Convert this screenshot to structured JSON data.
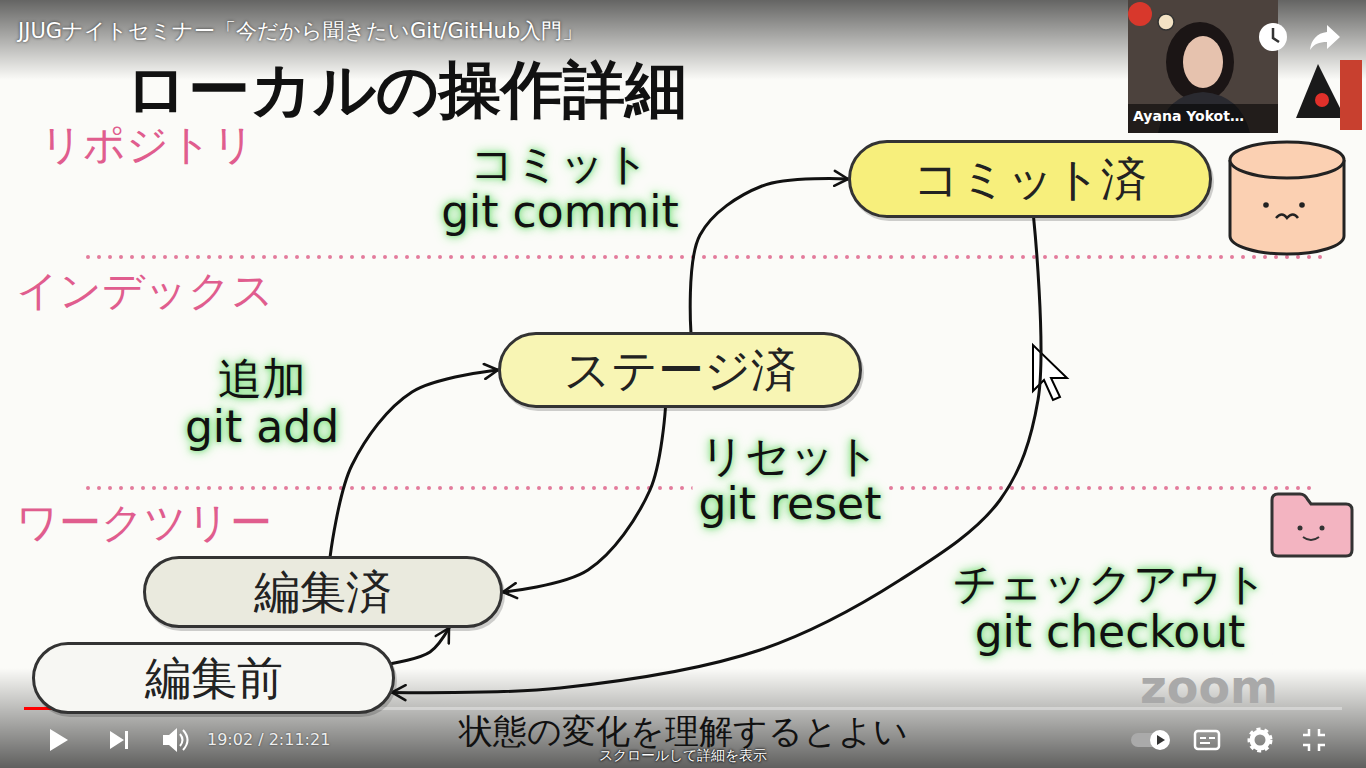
{
  "diagram": {
    "title": "ローカルの操作詳細",
    "caption": "状態の変化を理解するとよい",
    "nodes": [
      {
        "text": [
          "コミット済"
        ]
      },
      {
        "text": [
          "ステージ済"
        ]
      },
      {
        "text": [
          "編集済"
        ]
      },
      {
        "text": [
          "編集前"
        ]
      }
    ],
    "edges": [
      {
        "from": 1,
        "to": 0,
        "label": "コミット git commit",
        "arrow": "to"
      },
      {
        "from": 2,
        "to": 1,
        "label": "追加 git add",
        "arrow": "to"
      },
      {
        "from": 1,
        "to": 2,
        "label": "リセット git reset",
        "arrow": "to"
      },
      {
        "from": 0,
        "to": 3,
        "label": "チェックアウト git checkout",
        "arrow": "to"
      },
      {
        "from": 3,
        "to": 2,
        "arrow": "to"
      }
    ],
    "labels": [
      "JJUGナイトセミナー「今だから聞きたいGit/GitHub入門」",
      "リポジトリ",
      "インデックス",
      "ワークツリー",
      "Ayana Yokot…",
      "19:02 / 2:11:21",
      "スクロールして詳細を表示",
      "zoom"
    ]
  }
}
